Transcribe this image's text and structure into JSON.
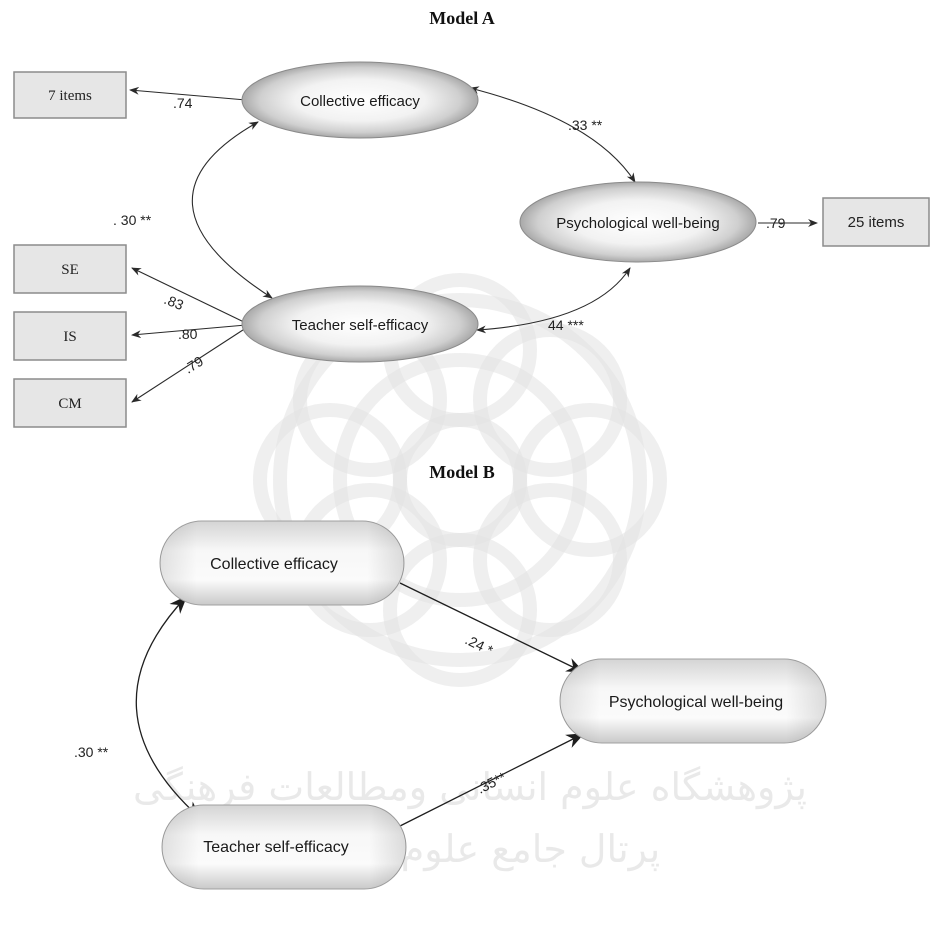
{
  "model_a": {
    "title": "Model A",
    "nodes": {
      "collective_efficacy": "Collective efficacy",
      "psychological_wellbeing": "Psychological well-being",
      "teacher_self_efficacy": "Teacher self-efficacy",
      "items_7": "7 items",
      "items_25": "25 items",
      "se": "SE",
      "is": "IS",
      "cm": "CM"
    },
    "coefficients": {
      "ce_items": ".74",
      "ce_pwb": ".33 **",
      "ce_tse": ". 30 **",
      "pwb_items": ".79",
      "tse_pwb": "44 ***",
      "tse_se": ".83",
      "tse_is": ".80",
      "tse_cm": ".79"
    }
  },
  "model_b": {
    "title": "Model B",
    "nodes": {
      "collective_efficacy": "Collective efficacy",
      "psychological_wellbeing": "Psychological well-being",
      "teacher_self_efficacy": "Teacher self-efficacy"
    },
    "coefficients": {
      "ce_tse": ".30 **",
      "ce_pwb": ".24 *",
      "tse_pwb": ".35**"
    }
  },
  "watermark": {
    "line1": "پژوهشگاه علوم انسانی ومطالعات فرهنگی",
    "line2": "پرتال جامع علوم انسانی"
  }
}
